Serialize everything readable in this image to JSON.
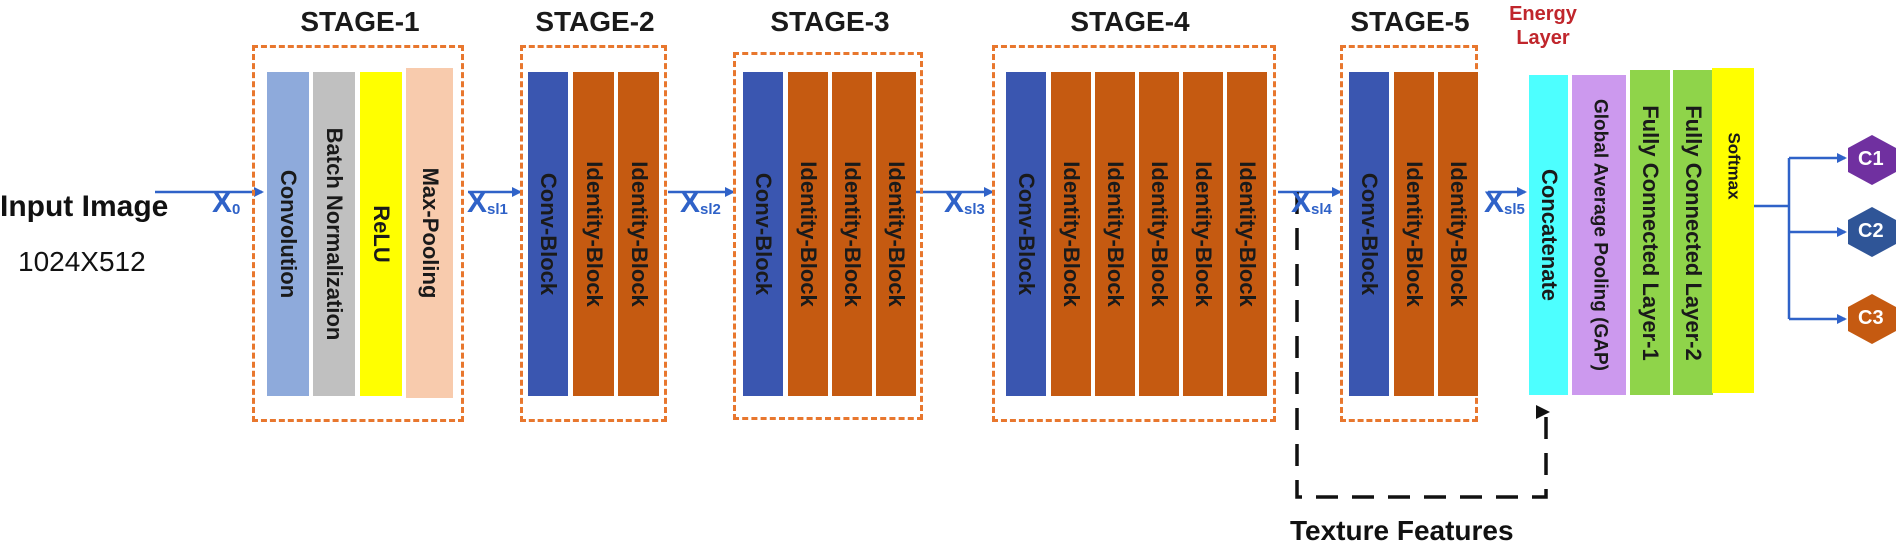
{
  "input": {
    "title": "Input Image",
    "size": "1024X512"
  },
  "stages": [
    {
      "title": "STAGE-1"
    },
    {
      "title": "STAGE-2"
    },
    {
      "title": "STAGE-3"
    },
    {
      "title": "STAGE-4"
    },
    {
      "title": "STAGE-5"
    }
  ],
  "stage1_blocks": [
    "Convolution",
    "Batch Normalization",
    "ReLU",
    "Max-Pooling"
  ],
  "conv_block_label": "Conv-Block",
  "identity_block_label": "Identity-Block",
  "flow_labels": {
    "x0": {
      "main": "X",
      "sub": "0"
    },
    "xsl1": {
      "main": "X",
      "sub": "sl1"
    },
    "xsl2": {
      "main": "X",
      "sub": "sl2"
    },
    "xsl3": {
      "main": "X",
      "sub": "sl3"
    },
    "xsl4": {
      "main": "X",
      "sub": "sl4"
    },
    "xsl5": {
      "main": "X",
      "sub": "sl5"
    }
  },
  "energy_layer": {
    "line1": "Energy",
    "line2": "Layer"
  },
  "head_blocks": [
    "Concatenate",
    "Global Average Pooling (GAP)",
    "Fully Connected Layer-1",
    "Fully Connected Layer-2",
    "Softmax"
  ],
  "texture_features": "Texture Features",
  "classes": [
    "C1",
    "C2",
    "C3"
  ],
  "colors": {
    "stage_border": "#e8772e",
    "arrow": "#2f62c8",
    "convolution": "#8eaadb",
    "batch_norm": "#c0c0c0",
    "relu": "#ffff00",
    "max_pooling": "#f8cbad",
    "conv_block": "#3a56b0",
    "identity_block": "#c55a11",
    "concatenate": "#4dffff",
    "gap": "#cc99ee",
    "fully_connected": "#8fd44a",
    "softmax": "#ffff00",
    "c1": "#7030a0",
    "c2": "#2f5597",
    "c3": "#c55a11",
    "energy_text": "#c0262c"
  }
}
